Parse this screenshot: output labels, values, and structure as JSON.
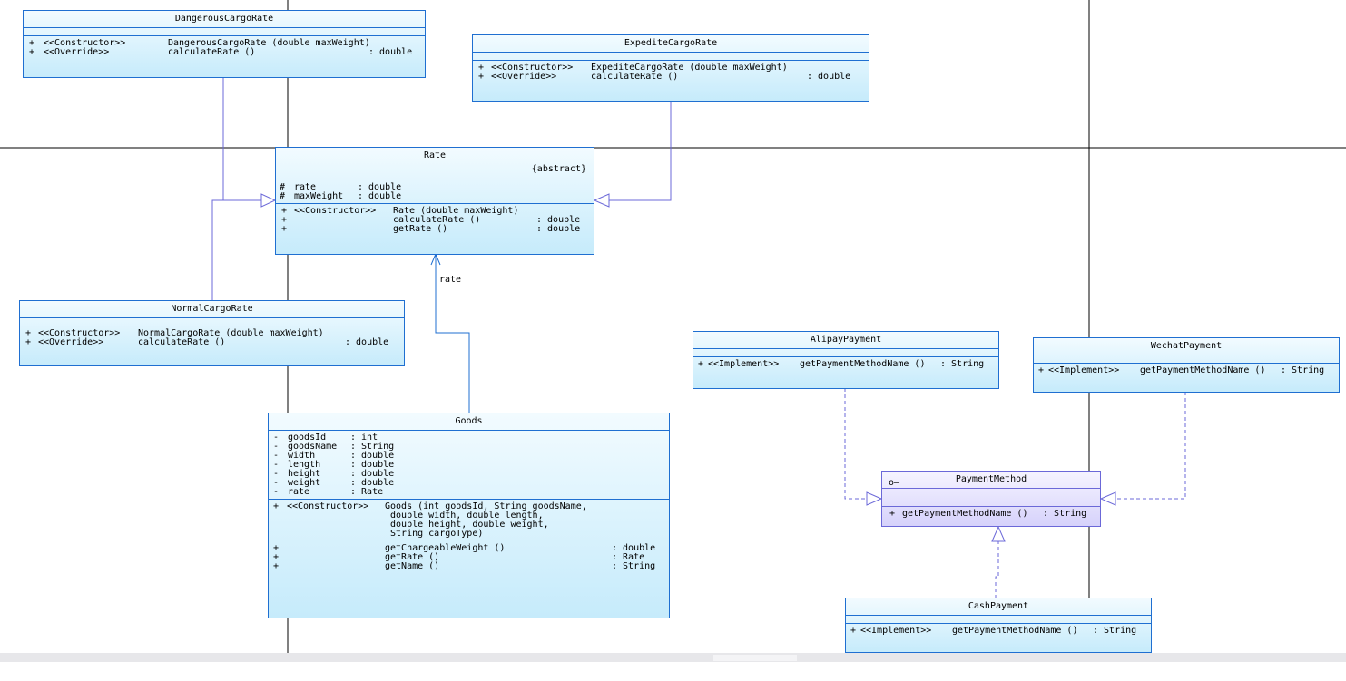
{
  "diagram": {
    "classes": {
      "dangerous": {
        "name": "DangerousCargoRate",
        "methods": [
          {
            "vis": "+",
            "stereo": "<<Constructor>>",
            "sig": "DangerousCargoRate (double maxWeight)",
            "type": ""
          },
          {
            "vis": "+",
            "stereo": "<<Override>>",
            "sig": "calculateRate ()",
            "type": ": double"
          }
        ]
      },
      "expedite": {
        "name": "ExpediteCargoRate",
        "methods": [
          {
            "vis": "+",
            "stereo": "<<Constructor>>",
            "sig": "ExpediteCargoRate (double maxWeight)",
            "type": ""
          },
          {
            "vis": "+",
            "stereo": "<<Override>>",
            "sig": "calculateRate ()",
            "type": ": double"
          }
        ]
      },
      "rate": {
        "name": "Rate",
        "modifier": "{abstract}",
        "attributes": [
          {
            "vis": "#",
            "name": "rate",
            "type": ": double"
          },
          {
            "vis": "#",
            "name": "maxWeight",
            "type": ": double"
          }
        ],
        "methods": [
          {
            "vis": "+",
            "stereo": "<<Constructor>>",
            "sig": "Rate (double maxWeight)",
            "type": ""
          },
          {
            "vis": "+",
            "stereo": "",
            "sig": "calculateRate ()",
            "type": ": double"
          },
          {
            "vis": "+",
            "stereo": "",
            "sig": "getRate ()",
            "type": ": double"
          }
        ]
      },
      "normal": {
        "name": "NormalCargoRate",
        "methods": [
          {
            "vis": "+",
            "stereo": "<<Constructor>>",
            "sig": "NormalCargoRate (double maxWeight)",
            "type": ""
          },
          {
            "vis": "+",
            "stereo": "<<Override>>",
            "sig": "calculateRate ()",
            "type": ": double"
          }
        ]
      },
      "goods": {
        "name": "Goods",
        "attributes": [
          {
            "vis": "-",
            "name": "goodsId",
            "type": ": int"
          },
          {
            "vis": "-",
            "name": "goodsName",
            "type": ": String"
          },
          {
            "vis": "-",
            "name": "width",
            "type": ": double"
          },
          {
            "vis": "-",
            "name": "length",
            "type": ": double"
          },
          {
            "vis": "-",
            "name": "height",
            "type": ": double"
          },
          {
            "vis": "-",
            "name": "weight",
            "type": ": double"
          },
          {
            "vis": "-",
            "name": "rate",
            "type": ": Rate"
          }
        ],
        "constructor": {
          "vis": "+",
          "stereo": "<<Constructor>>",
          "lines": [
            "Goods (int goodsId, String goodsName,",
            " double width, double length,",
            " double height, double weight,",
            " String cargoType)"
          ]
        },
        "methods": [
          {
            "vis": "+",
            "sig": "getChargeableWeight ()",
            "type": ": double"
          },
          {
            "vis": "+",
            "sig": "getRate ()",
            "type": ": Rate"
          },
          {
            "vis": "+",
            "sig": "getName ()",
            "type": ": String"
          }
        ]
      },
      "alipay": {
        "name": "AlipayPayment",
        "methods": [
          {
            "vis": "+",
            "stereo": "<<Implement>>",
            "sig": "getPaymentMethodName ()",
            "type": ": String"
          }
        ]
      },
      "wechat": {
        "name": "WechatPayment",
        "methods": [
          {
            "vis": "+",
            "stereo": "<<Implement>>",
            "sig": "getPaymentMethodName ()",
            "type": ": String"
          }
        ]
      },
      "payment": {
        "name": "PaymentMethod",
        "icon": "interface-icon",
        "methods": [
          {
            "vis": "+",
            "sig": "getPaymentMethodName ()",
            "type": ": String"
          }
        ]
      },
      "cash": {
        "name": "CashPayment",
        "methods": [
          {
            "vis": "+",
            "stereo": "<<Implement>>",
            "sig": "getPaymentMethodName ()",
            "type": ": String"
          }
        ]
      }
    },
    "association_label": "rate",
    "colors": {
      "class_border": "#1f6fd1",
      "class_fill": "#c6ebfb",
      "interface_border": "#6b68d8",
      "interface_fill": "#d6d2fb",
      "generalization": "#6b68d8",
      "association": "#1f6fd1"
    }
  }
}
